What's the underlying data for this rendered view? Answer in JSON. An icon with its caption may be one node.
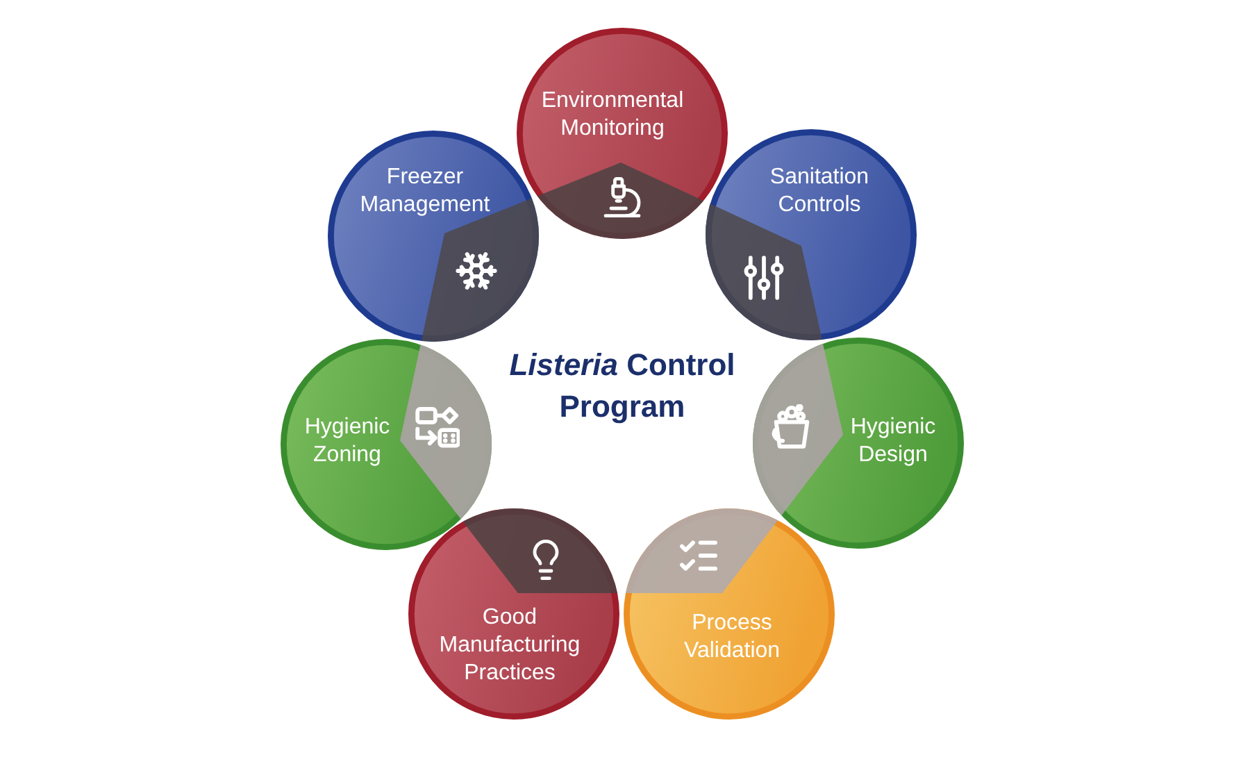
{
  "diagram": {
    "title": "*Listeria* Control Program",
    "nodes": [
      {
        "text": [
          "Environmental Monitoring"
        ]
      },
      {
        "text": [
          "Sanitation Controls"
        ]
      },
      {
        "text": [
          "Hygienic Design"
        ]
      },
      {
        "text": [
          "Process Validation"
        ]
      },
      {
        "text": [
          "Good Manufacturing Practices"
        ]
      },
      {
        "text": [
          "Hygienic Zoning"
        ]
      },
      {
        "text": [
          "Freezer Management"
        ]
      }
    ]
  }
}
